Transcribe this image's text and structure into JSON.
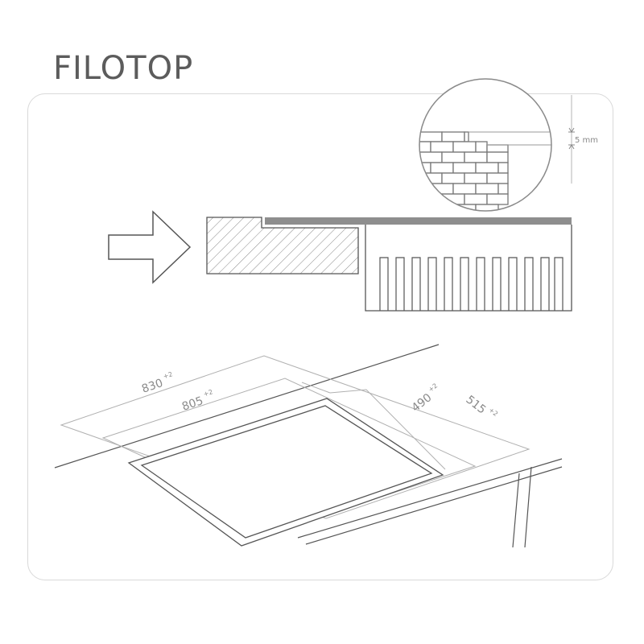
{
  "title": "FILOTOP",
  "detail": {
    "gap_label": "5 mm"
  },
  "dimensions": {
    "outer_width": {
      "value": "830",
      "tol": "+2"
    },
    "cut_width": {
      "value": "805",
      "tol": "+2"
    },
    "outer_depth": {
      "value": "515",
      "tol": "+2"
    },
    "cut_depth": {
      "value": "490",
      "tol": "+2"
    }
  },
  "colors": {
    "line": "#9a9a9a",
    "dark_line": "#555555",
    "countertop": "#8e8e8e",
    "frame": "#d9d9d9"
  }
}
